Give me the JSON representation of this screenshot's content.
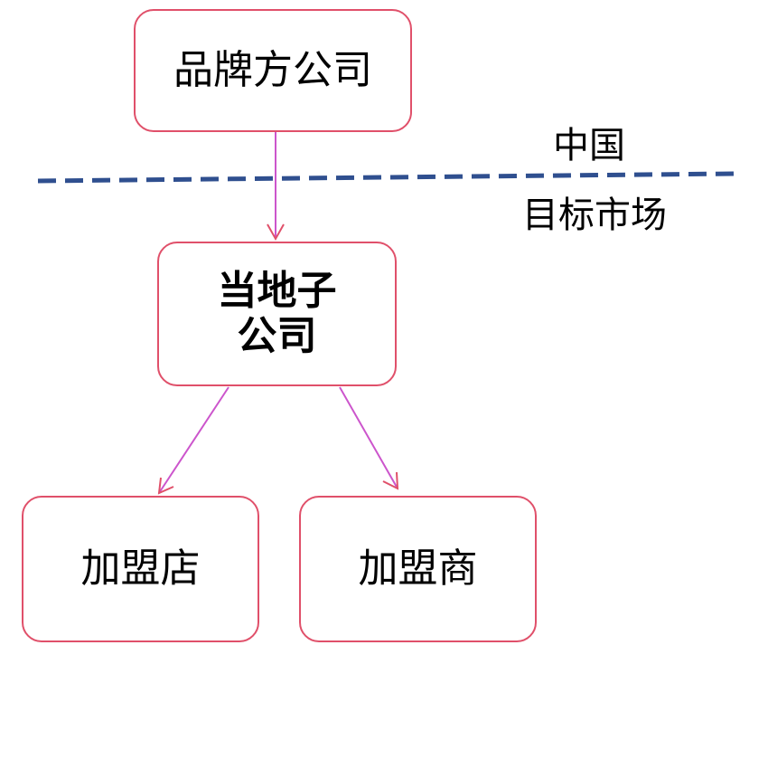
{
  "diagram": {
    "nodes": {
      "brand_company": "品牌方公司",
      "local_subsidiary": "当地子\n公司",
      "franchise_store": "加盟店",
      "franchisee": "加盟商"
    },
    "regions": {
      "above_line": "中国",
      "below_line": "目标市场"
    },
    "edges": [
      {
        "from": "品牌方公司",
        "to": "当地子公司"
      },
      {
        "from": "当地子公司",
        "to": "加盟店"
      },
      {
        "from": "当地子公司",
        "to": "加盟商"
      }
    ],
    "colors": {
      "node_border": "#e0506a",
      "arrow": "#cc55cc",
      "arrow_head": "#e0506a",
      "divider": "#2f4f8f",
      "text": "#000000"
    }
  }
}
